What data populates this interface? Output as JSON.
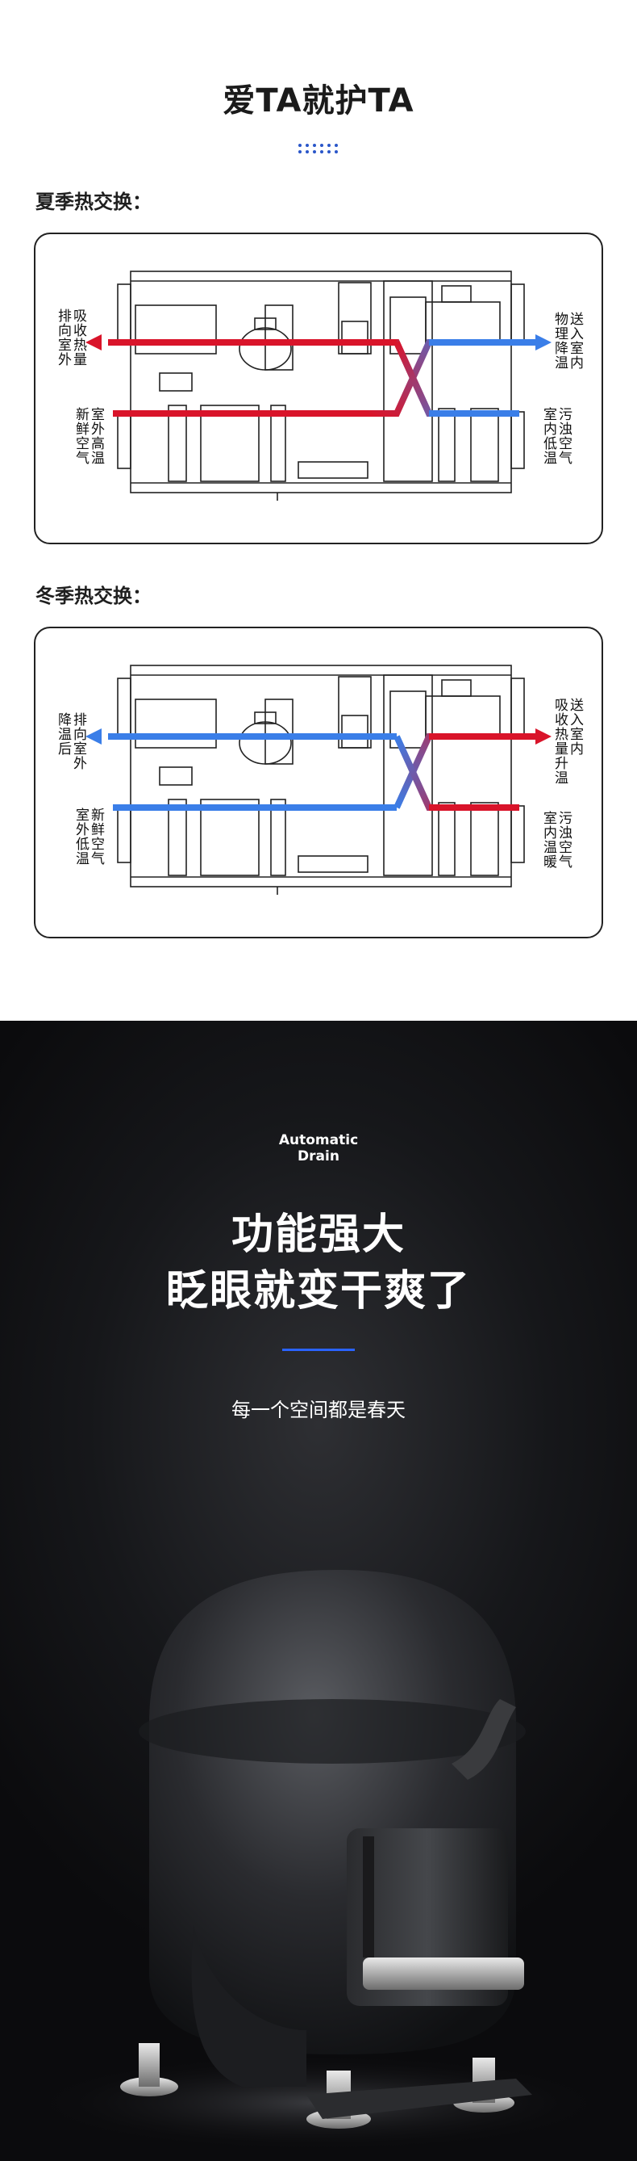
{
  "header": {
    "title": "爱TA就护TA"
  },
  "summer": {
    "section_label": "夏季热交换：",
    "left_top": [
      "排",
      "吸"
    ],
    "left_top_lines": [
      "吸收热量",
      "排向室外"
    ],
    "left_bottom_lines": [
      "室外高温",
      "新鲜空气"
    ],
    "right_top_lines": [
      "送入室内",
      "物理降温"
    ],
    "right_bottom_lines": [
      "污浊空气",
      "室内低温"
    ],
    "colors": {
      "hot": "#d9142a",
      "cold": "#3a7ee8"
    }
  },
  "winter": {
    "section_label": "冬季热交换：",
    "left_top_lines": [
      "排向室外",
      "降温后"
    ],
    "left_bottom_lines": [
      "新鲜空气",
      "室外低温"
    ],
    "right_top_lines": [
      "送入室内",
      "吸收热量升温"
    ],
    "right_bottom_lines": [
      "污浊空气",
      "室内温暖"
    ],
    "colors": {
      "hot": "#d9142a",
      "cold": "#3a7ee8"
    }
  },
  "promo": {
    "eyebrow_line1": "Automatic",
    "eyebrow_line2": "Drain",
    "headline_line1": "功能强大",
    "headline_line2": "眨眼就变干爽了",
    "subtitle": "每一个空间都是春天",
    "accent": "#2a63ff",
    "image_icon": "compressor-image"
  }
}
